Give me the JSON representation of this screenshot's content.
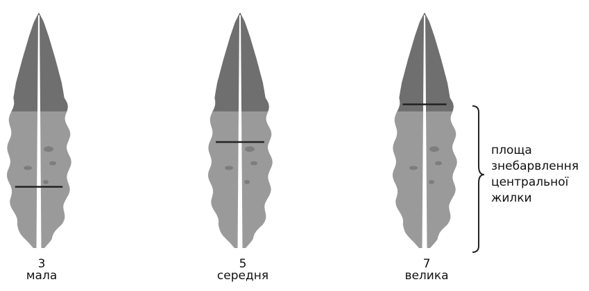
{
  "leaves": [
    {
      "score": "3",
      "label": "мала",
      "level": 0.74
    },
    {
      "score": "5",
      "label": "середня",
      "level": 0.55
    },
    {
      "score": "7",
      "label": "велика",
      "level": 0.39
    }
  ],
  "annotation": {
    "lines": [
      "площа",
      "знебарвлення",
      "центральної",
      "жилки"
    ]
  },
  "colors": {
    "leaf_dark": "#6f6f6f",
    "leaf_light": "#9a9a9a",
    "leaf_spot": "#7d7d7d",
    "vein": "#ffffff",
    "marker": "#222222",
    "bracket": "#222222"
  }
}
